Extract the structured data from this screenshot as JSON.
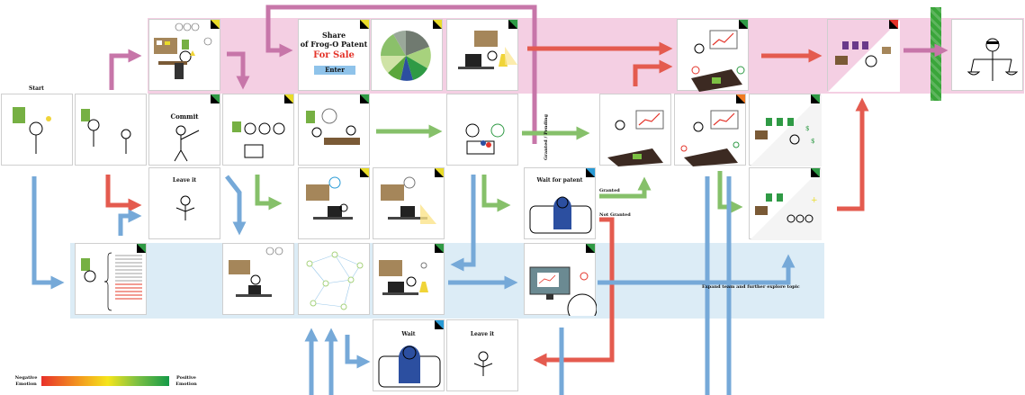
{
  "labels": {
    "start": "Start",
    "commit": "Commit",
    "leave_it_1": "Leave it",
    "leave_it_2": "Leave it",
    "wait": "Wait",
    "wait_for_patent": "Wait for patent",
    "granted": "Granted",
    "not_granted": "Not Granted",
    "granted_pending": "Granted / Pending",
    "expand_team": "Expand team and further explore topic",
    "share_line1": "Share",
    "share_line2": "of Frog-O Patent",
    "for_sale": "For Sale",
    "enter": "Enter"
  },
  "legend": {
    "negative_line1": "Negative",
    "negative_line2": "Emotion",
    "positive_line1": "Positive",
    "positive_line2": "Emotion"
  },
  "colors": {
    "pink_band": "#f4cfe3",
    "blue_band": "#dcecf6",
    "arrow_blue": "#76a9d8",
    "arrow_green": "#86c06a",
    "arrow_red": "#e45b4f",
    "arrow_pink": "#c776a9",
    "corner_green": "#2f9a45",
    "corner_yellow": "#e9dc2a",
    "corner_blue": "#2a9bd6",
    "corner_orange": "#f07a22",
    "corner_red": "#e4342a"
  }
}
